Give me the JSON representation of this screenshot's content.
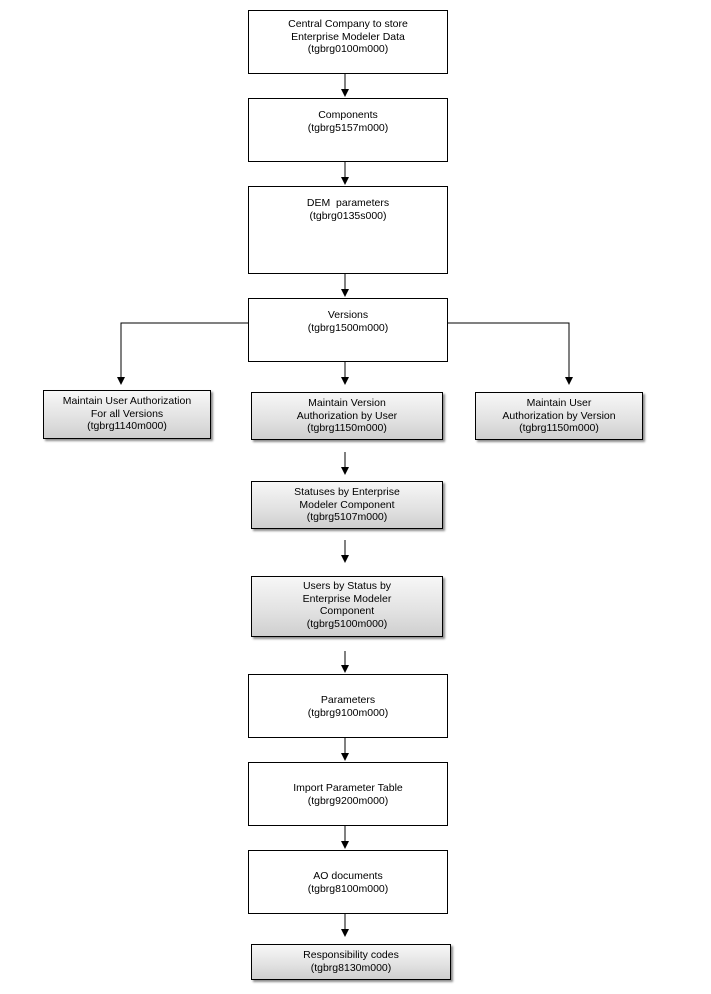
{
  "nodes": {
    "central_company": {
      "lines": [
        "Central Company to store",
        "Enterprise Modeler Data",
        "(tgbrg0100m000)"
      ]
    },
    "components": {
      "lines": [
        "Components",
        "(tgbrg5157m000)"
      ]
    },
    "dem_parameters": {
      "lines": [
        "DEM  parameters",
        "(tgbrg0135s000)"
      ]
    },
    "versions": {
      "lines": [
        "Versions",
        "(tgbrg1500m000)"
      ]
    },
    "user_auth_all_versions": {
      "lines": [
        "Maintain User Authorization",
        "For all Versions",
        "(tgbrg1140m000)"
      ]
    },
    "version_auth_by_user": {
      "lines": [
        "Maintain Version",
        "Authorization by User",
        "(tgbrg1150m000)"
      ]
    },
    "user_auth_by_version": {
      "lines": [
        "Maintain User",
        "Authorization by Version",
        "(tgbrg1150m000)"
      ]
    },
    "statuses": {
      "lines": [
        "Statuses by Enterprise",
        "Modeler Component",
        "(tgbrg5107m000)"
      ]
    },
    "users_by_status": {
      "lines": [
        "Users by Status by",
        "Enterprise Modeler",
        "Component",
        "(tgbrg5100m000)"
      ]
    },
    "parameters": {
      "lines": [
        "Parameters",
        "(tgbrg9100m000)"
      ]
    },
    "import_parameter_table": {
      "lines": [
        "Import Parameter Table",
        "(tgbrg9200m000)"
      ]
    },
    "ao_documents": {
      "lines": [
        "AO documents",
        "(tgbrg8100m000)"
      ]
    },
    "responsibility_codes": {
      "lines": [
        "Responsibility codes",
        "(tgbrg8130m000)"
      ]
    }
  }
}
